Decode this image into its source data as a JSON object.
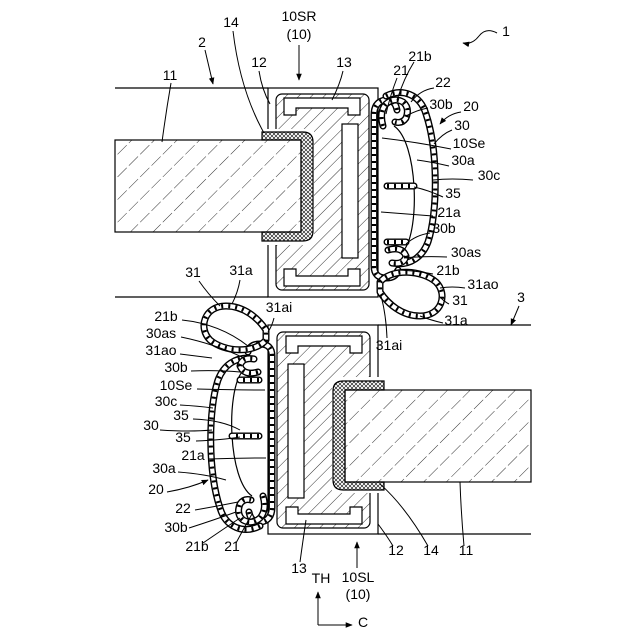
{
  "figure": {
    "reference_numeral": "1",
    "axes": {
      "vertical": "TH",
      "horizontal": "C"
    }
  },
  "upper": {
    "panel": "2",
    "frame": "10SR",
    "frame_group": "(10)",
    "gasket": "14",
    "frame_wall": "12",
    "frame_body": "13",
    "glass": "11",
    "seal_labels": [
      "21b",
      "21",
      "22",
      "30b",
      "20",
      "30",
      "10Se",
      "30a",
      "30c",
      "35",
      "21a",
      "30b",
      "30as",
      "21b",
      "31ao",
      "31",
      "31a",
      "31ai"
    ]
  },
  "lower": {
    "panel": "3",
    "frame": "10SL",
    "frame_group": "(10)",
    "gasket": "14",
    "frame_wall": "12",
    "frame_body": "13",
    "glass": "11",
    "seal_labels": [
      "31",
      "31a",
      "31ai",
      "21b",
      "30as",
      "31ao",
      "30b",
      "10Se",
      "30c",
      "35",
      "30",
      "35",
      "21a",
      "30a",
      "20",
      "22",
      "30b",
      "21b",
      "21"
    ]
  }
}
